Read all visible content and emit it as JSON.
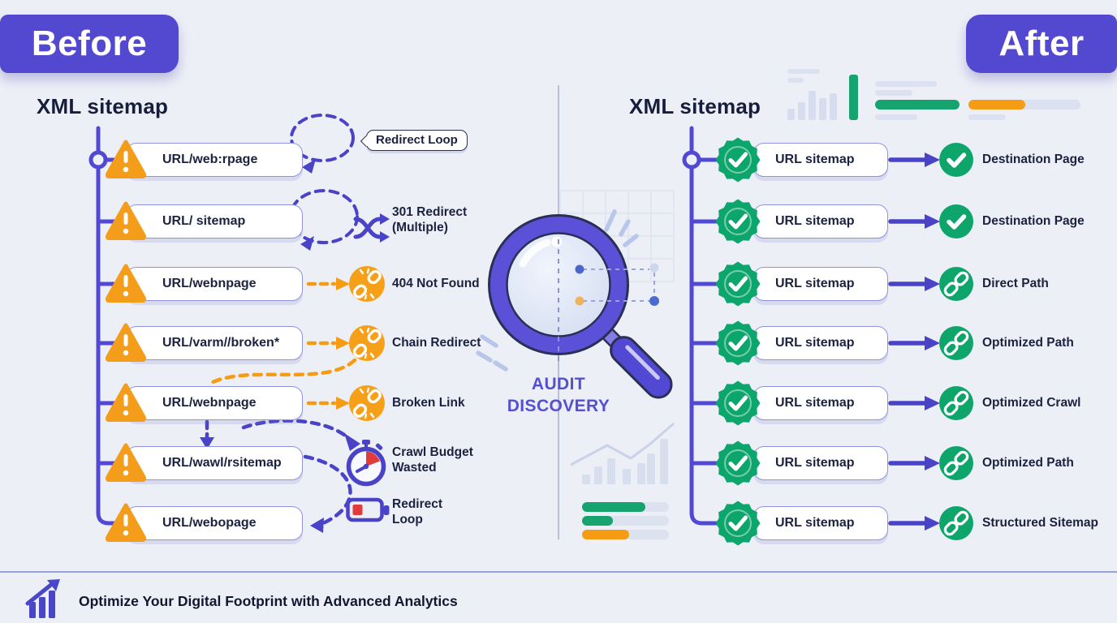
{
  "badges": {
    "before": "Before",
    "after": "After"
  },
  "before_panel": {
    "heading": "XML sitemap",
    "rows": [
      {
        "url": "URL/web:rpage",
        "issue": "Redirect Loop"
      },
      {
        "url": "URL/ sitemap",
        "issue_line1": "301 Redirect",
        "issue_line2": "(Multiple)"
      },
      {
        "url": "URL/webnpage",
        "issue": "404 Not Found"
      },
      {
        "url": "URL/varm//broken*",
        "issue": "Chain Redirect"
      },
      {
        "url": "URL/webnpage",
        "issue": "Broken Link"
      },
      {
        "url": "URL/wawl/rsitemap",
        "issue_line1": "Crawl Budget",
        "issue_line2": "Wasted"
      },
      {
        "url": "URL/webopage",
        "issue_line1": "Redirect",
        "issue_line2": "Loop"
      }
    ]
  },
  "center": {
    "label_line1": "AUDIT",
    "label_line2": "DISCOVERY"
  },
  "after_panel": {
    "heading": "XML sitemap",
    "rows": [
      {
        "url": "URL sitemap",
        "result": "Destination Page",
        "icon": "check-circle-icon"
      },
      {
        "url": "URL sitemap",
        "result": "Destination Page",
        "icon": "check-circle-icon"
      },
      {
        "url": "URL sitemap",
        "result": "Direct Path",
        "icon": "link-circle-icon"
      },
      {
        "url": "URL sitemap",
        "result": "Optimized Path",
        "icon": "link-circle-icon"
      },
      {
        "url": "URL sitemap",
        "result": "Optimized Crawl",
        "icon": "link-circle-icon"
      },
      {
        "url": "URL sitemap",
        "result": "Optimized Path",
        "icon": "link-circle-icon"
      },
      {
        "url": "URL sitemap",
        "result": "Structured Sitemap",
        "icon": "link-circle-icon"
      }
    ]
  },
  "footer": {
    "tagline": "Optimize Your Digital Footprint with Advanced Analytics"
  },
  "icons": {
    "warning": "warning-triangle-icon",
    "broken_link": "broken-link-icon",
    "split_arrows": "split-arrows-icon",
    "stopwatch": "stopwatch-icon",
    "battery_low": "battery-low-icon",
    "seal_check": "seal-check-icon",
    "check_circle": "check-circle-icon",
    "link_circle": "link-circle-icon",
    "magnifier": "magnifying-glass-icon",
    "analytics": "analytics-icon"
  },
  "colors": {
    "purple": "#5348d0",
    "tree_purple": "#5149d3",
    "orange": "#f59c14",
    "green": "#0ea56b",
    "red": "#e23b3b",
    "navy": "#1b2240",
    "background": "#edeff7"
  }
}
